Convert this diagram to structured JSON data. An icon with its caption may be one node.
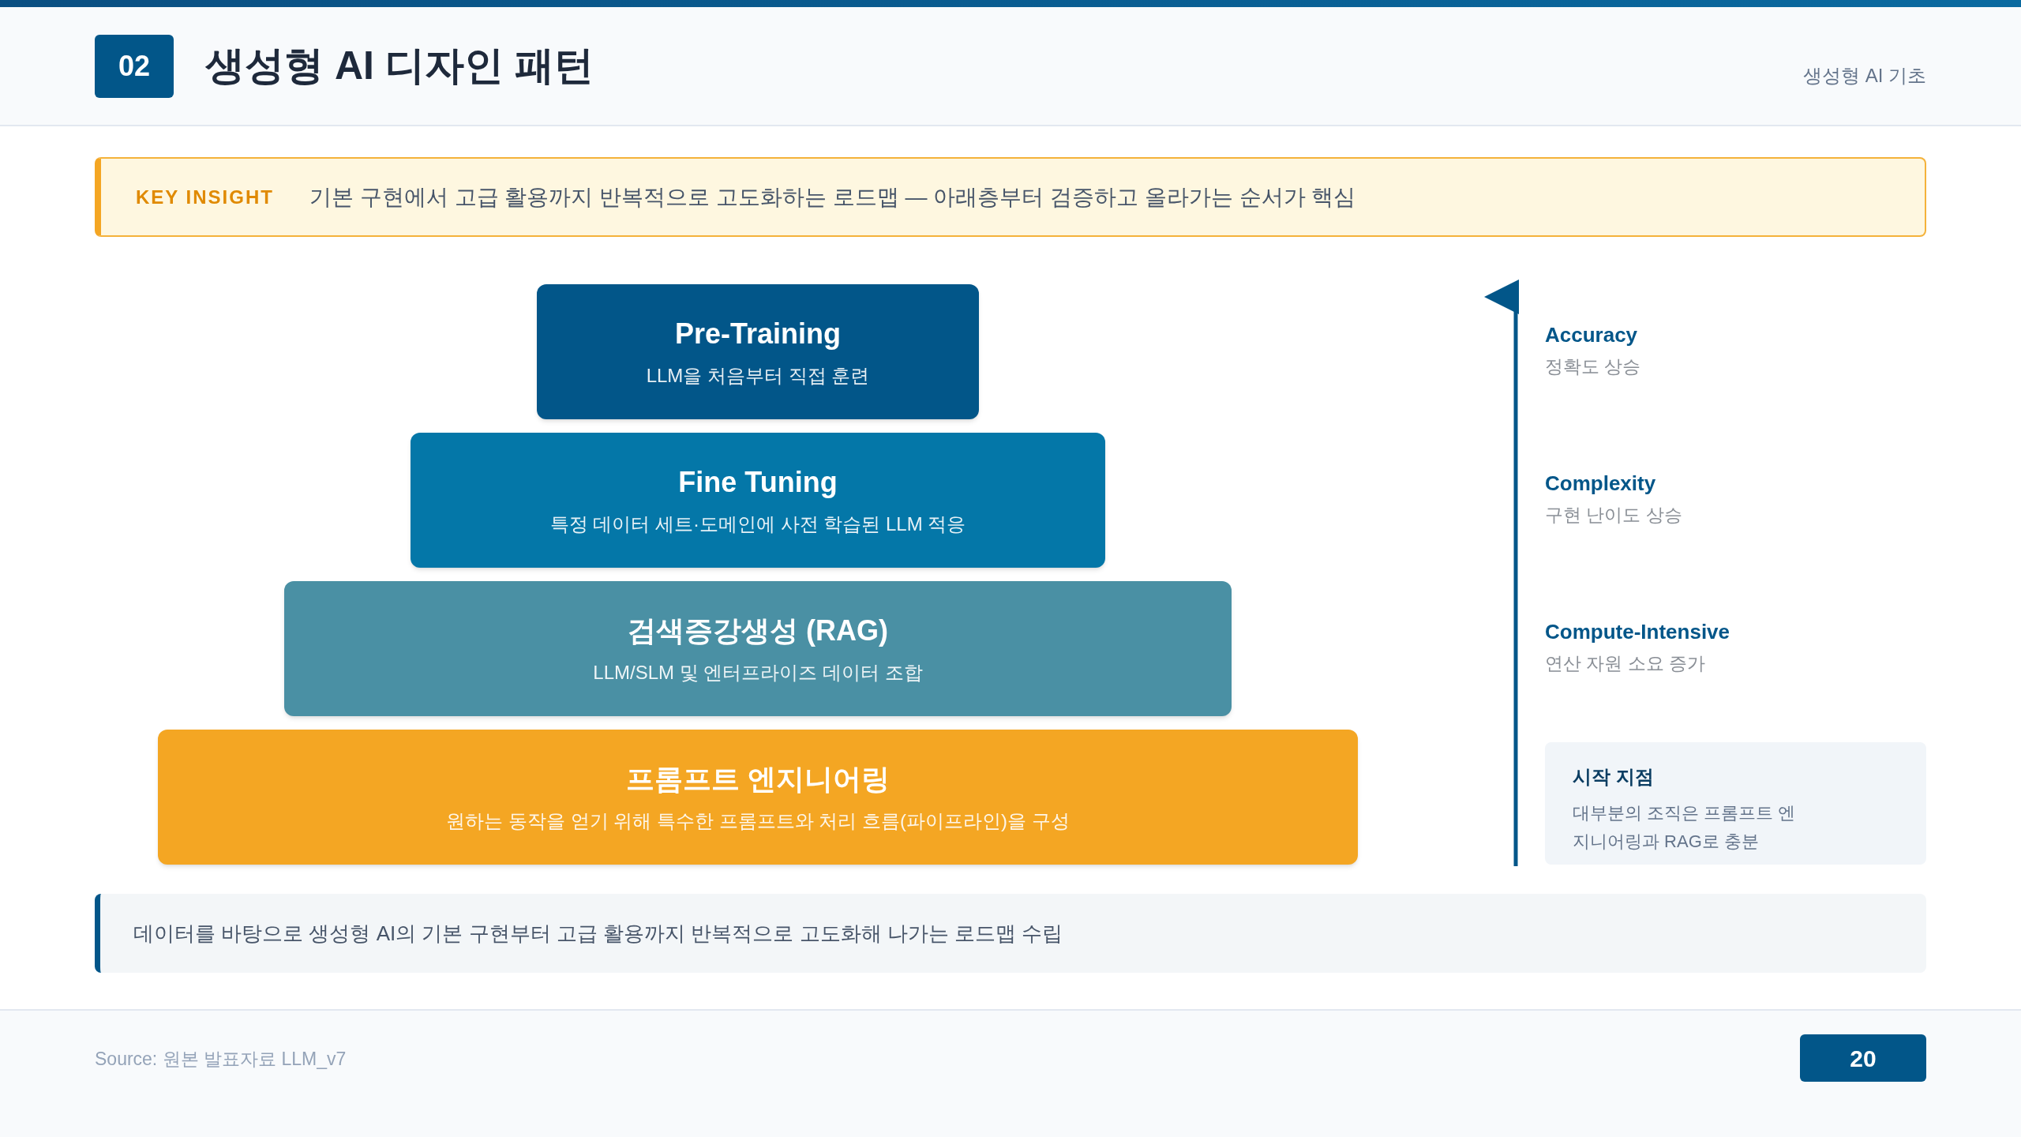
{
  "diagram": {
    "title": "생성형 AI 디자인 패턴",
    "nodes": [
      {
        "text": [
          "02"
        ]
      },
      {
        "text": [
          "KEY INSIGHT",
          "기본 구현에서 고급 활용까지 반복적으로 고도화하는 로드맵 — 아래층부터 검증하고 올라가는 순서가 핵심"
        ]
      },
      {
        "text": [
          "Pre-Training",
          "LLM을 처음부터 직접 훈련"
        ]
      },
      {
        "text": [
          "Fine Tuning",
          "특정 데이터 세트·도메인에 사전 학습된 LLM 적응"
        ]
      },
      {
        "text": [
          "검색증강생성 (RAG)",
          "LLM/SLM 및 엔터프라이즈 데이터 조합"
        ]
      },
      {
        "text": [
          "프롬프트 엔지니어링",
          "원하는 동작을 얻기 위해 특수한 프롬프트와 처리 흐름(파이프라인)을 구성"
        ]
      },
      {
        "text": [
          "시작 지점",
          "대부분의 조직은 프롬프트 엔지니어링과 RAG로 충분"
        ]
      },
      {
        "text": [
          "데이터를 바탕으로 생성형 AI의 기본 구현부터 고급 활용까지 반복적으로 고도화해 나가는 로드맵 수립"
        ]
      },
      {
        "text": [
          "20"
        ]
      }
    ],
    "labels": [
      "생성형 AI 기초",
      "Accuracy",
      "정확도 상승",
      "Complexity",
      "구현 난이도 상승",
      "Compute-Intensive",
      "연산 자원 소요 증가",
      "Source: 원본 발표자료 LLM_v7"
    ]
  }
}
